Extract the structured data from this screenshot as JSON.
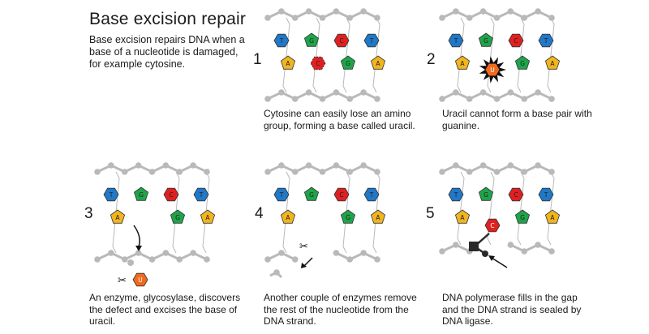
{
  "title": "Base excision repair",
  "intro": "Base excision repairs DNA when a base of a nucleotide is damaged, for example cytosine.",
  "colors": {
    "backbone": "#b9b9b9",
    "adenine": "#f2b51e",
    "thymine": "#1f78c8",
    "guanine": "#1ea54a",
    "cytosine": "#e02020",
    "uracil": "#ef6a1e",
    "repair": "#2a2a2a"
  },
  "bases": {
    "A": "A",
    "T": "T",
    "G": "G",
    "C": "C",
    "U": "U"
  },
  "steps": [
    {
      "number": "1",
      "caption": "Cytosine can easily lose an amino group, forming a base called uracil."
    },
    {
      "number": "2",
      "caption": "Uracil cannot form a base pair with guanine."
    },
    {
      "number": "3",
      "caption": "An enzyme, glycosylase, discovers the defect and excises the base of uracil."
    },
    {
      "number": "4",
      "caption": "Another couple of enzymes remove the rest of the nucleotide from the DNA strand."
    },
    {
      "number": "5",
      "caption": "DNA polymerase fills in the gap and the DNA strand is sealed by DNA ligase."
    }
  ]
}
